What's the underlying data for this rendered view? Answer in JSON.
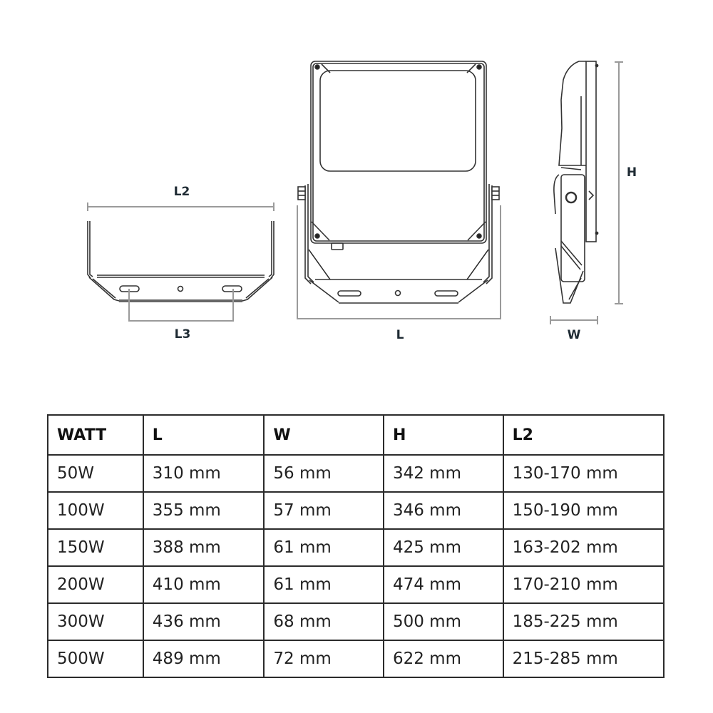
{
  "drawings": {
    "bracket_view": {
      "label_top": "L2",
      "label_bottom": "L3"
    },
    "front_view": {
      "label_bottom": "L"
    },
    "side_view": {
      "label_right": "H",
      "label_bottom": "W"
    }
  },
  "table": {
    "headers": [
      "WATT",
      "L",
      "W",
      "H",
      "L2"
    ],
    "rows": [
      [
        "50W",
        "310 mm",
        "56 mm",
        "342 mm",
        "130-170 mm"
      ],
      [
        "100W",
        "355 mm",
        "57 mm",
        "346 mm",
        "150-190 mm"
      ],
      [
        "150W",
        "388 mm",
        "61 mm",
        "425 mm",
        "163-202 mm"
      ],
      [
        "200W",
        "410 mm",
        "61 mm",
        "474 mm",
        "170-210 mm"
      ],
      [
        "300W",
        "436 mm",
        "68 mm",
        "500 mm",
        "185-225 mm"
      ],
      [
        "500W",
        "489 mm",
        "72 mm",
        "622 mm",
        "215-285 mm"
      ]
    ]
  },
  "colors": {
    "line": "#333333",
    "dimension": "#9a9a9a",
    "label": "#1e2a33"
  }
}
